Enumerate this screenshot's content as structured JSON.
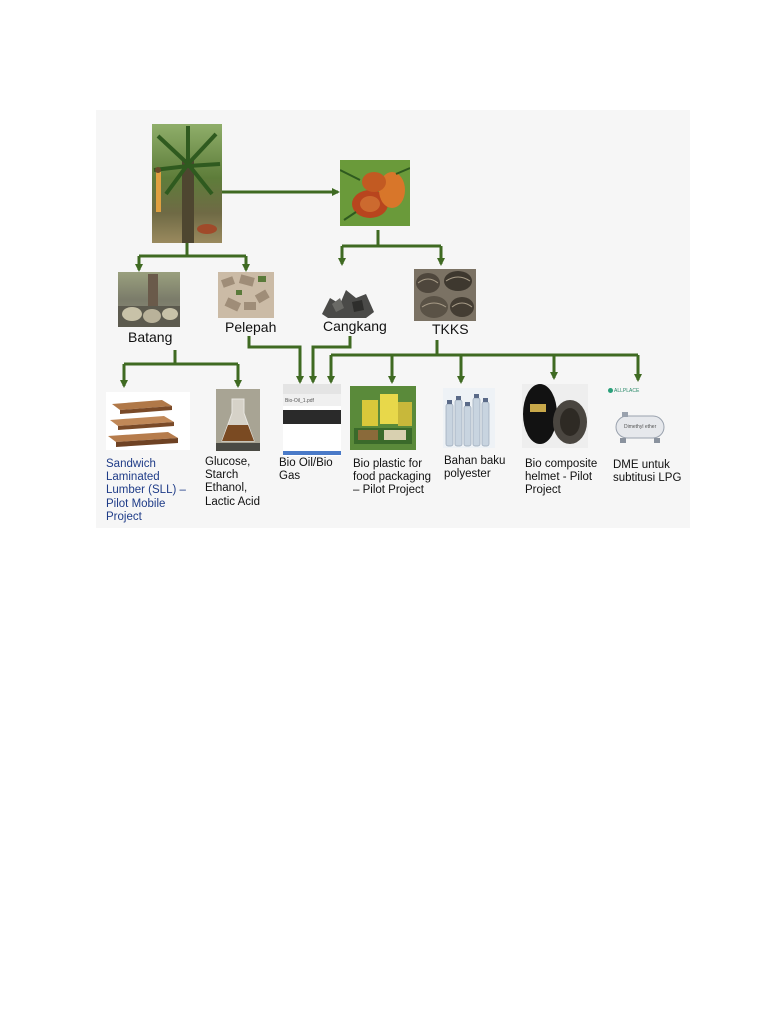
{
  "nodes": {
    "batang": "Batang",
    "pelepah": "Pelepah",
    "cangkang": "Cangkang",
    "tkks": "TKKS"
  },
  "products": {
    "sll": "Sandwich Laminated Lumber (SLL) – Pilot Mobile Project",
    "glucose": "Glucose, Starch Ethanol, Lactic Acid",
    "biooil": "Bio Oil/Bio Gas",
    "bioplastic": "Bio plastic for food packaging – Pilot Project",
    "polyester": "Bahan baku polyester",
    "helmet": "Bio composite helmet  - Pilot Project",
    "dme": "DME untuk subtitusi LPG"
  },
  "image_text": {
    "biooil_caption": "Bio-Oil_1.pdf",
    "dme_brand": "ALLPLACE",
    "dme_tank": "Dimethyl ether"
  },
  "colors": {
    "arrow": "#3f6a22",
    "sll_label": "#1f3c88"
  },
  "icons": [
    "palm-tree-photo",
    "palm-fruit-photo",
    "trunk-photo",
    "frond-photo",
    "shell-photo",
    "fiber-photo",
    "plywood-image",
    "beaker-image",
    "bio-oil-image",
    "packaging-image",
    "bottles-image",
    "helmet-image",
    "gas-tank-image"
  ]
}
